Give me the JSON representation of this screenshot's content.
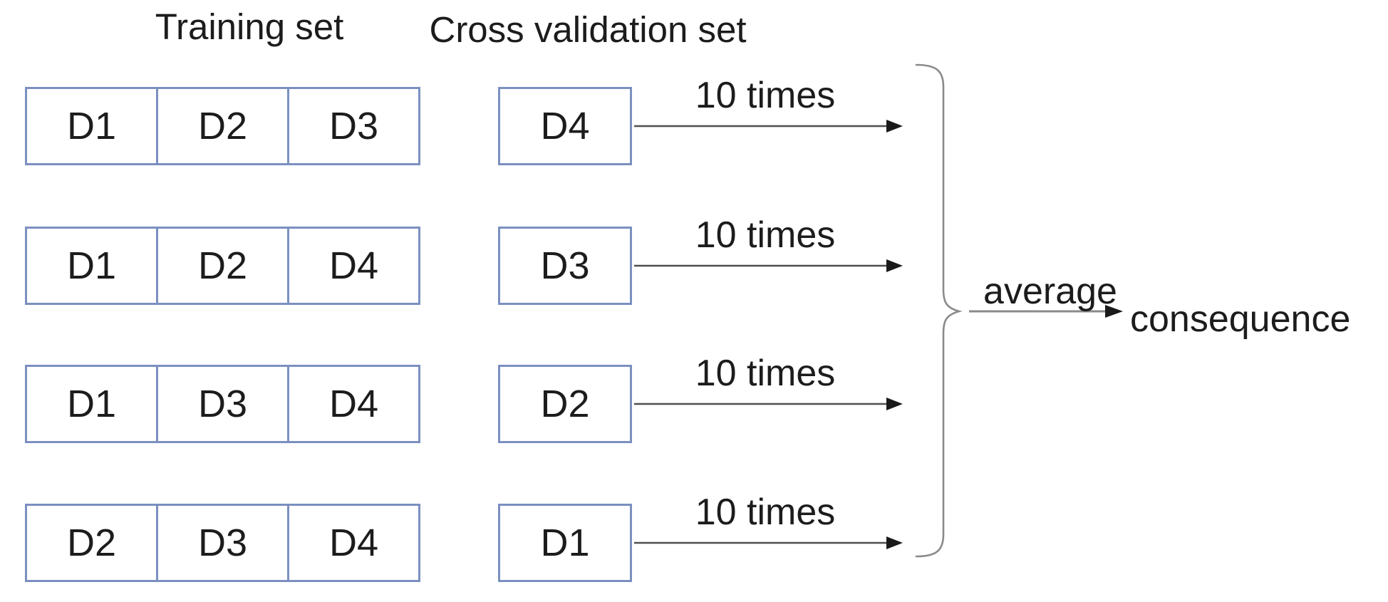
{
  "headers": {
    "training": "Training set",
    "validation": "Cross validation set"
  },
  "rows": [
    {
      "training_cells": [
        "D1",
        "D2",
        "D3"
      ],
      "validation_cell": "D4",
      "arrow_label": "10 times"
    },
    {
      "training_cells": [
        "D1",
        "D2",
        "D4"
      ],
      "validation_cell": "D3",
      "arrow_label": "10 times"
    },
    {
      "training_cells": [
        "D1",
        "D3",
        "D4"
      ],
      "validation_cell": "D2",
      "arrow_label": "10 times"
    },
    {
      "training_cells": [
        "D2",
        "D3",
        "D4"
      ],
      "validation_cell": "D1",
      "arrow_label": "10 times"
    }
  ],
  "aggregation": {
    "operation_label": "average",
    "result_label": "consequence"
  },
  "colors": {
    "box_border": "#7b90c0",
    "box_fill": "#ffffff",
    "arrow_line": "#4f4f4f",
    "arrowhead": "#1a1a1a",
    "brace": "#8a8a8a",
    "average_arrow_line": "#8a8a8a",
    "text": "#1c1c1c"
  }
}
